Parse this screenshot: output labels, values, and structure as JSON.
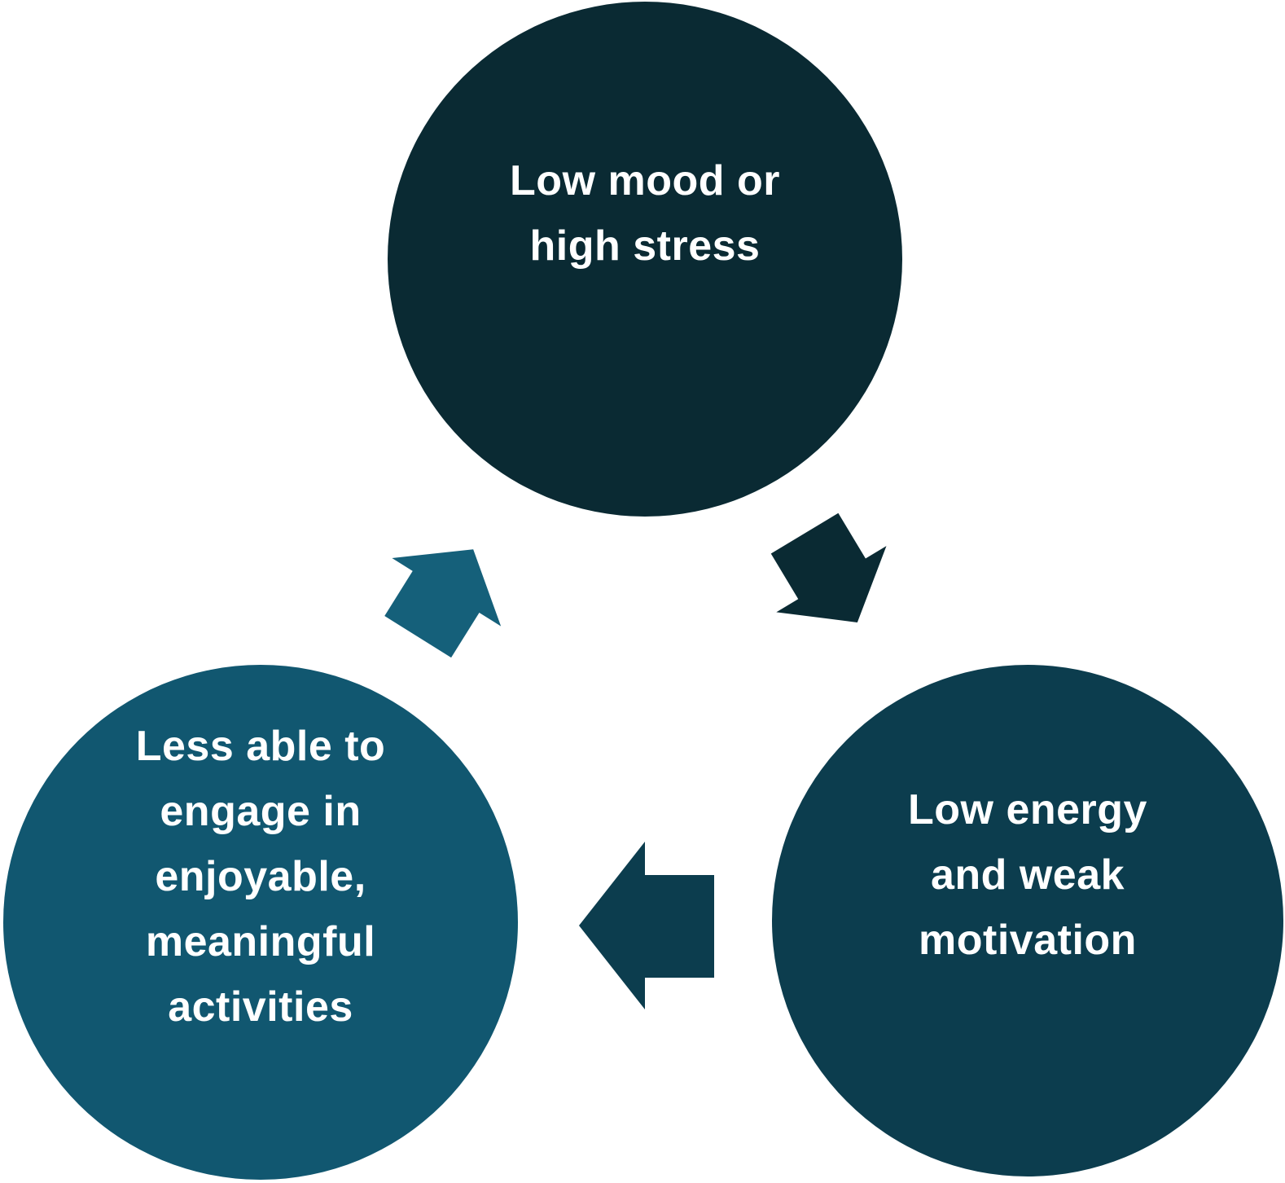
{
  "diagram": {
    "type": "cycle",
    "background": "#ffffff",
    "text_color": "#ffffff",
    "nodes": [
      {
        "id": "low-mood",
        "position": "top",
        "label": "Low mood or high stress",
        "lines": [
          "Low mood or",
          "high stress"
        ],
        "color": "#0a2a33"
      },
      {
        "id": "low-energy",
        "position": "bottom-right",
        "label": "Low energy and weak motivation",
        "lines": [
          "Low energy",
          "and weak",
          "motivation"
        ],
        "color": "#0c3d4e"
      },
      {
        "id": "less-engagement",
        "position": "bottom-left",
        "label": "Less able to engage in enjoyable, meaningful activities",
        "lines": [
          "Less able to",
          "engage in",
          "enjoyable,",
          "meaningful",
          "activities"
        ],
        "color": "#115770"
      }
    ],
    "arrows": [
      {
        "from": "low-mood",
        "to": "low-energy",
        "direction": "down-right",
        "color": "#0a2a33"
      },
      {
        "from": "low-energy",
        "to": "less-engagement",
        "direction": "left",
        "color": "#0c3d4e"
      },
      {
        "from": "less-engagement",
        "to": "low-mood",
        "direction": "up-right",
        "color": "#15607a"
      }
    ]
  }
}
